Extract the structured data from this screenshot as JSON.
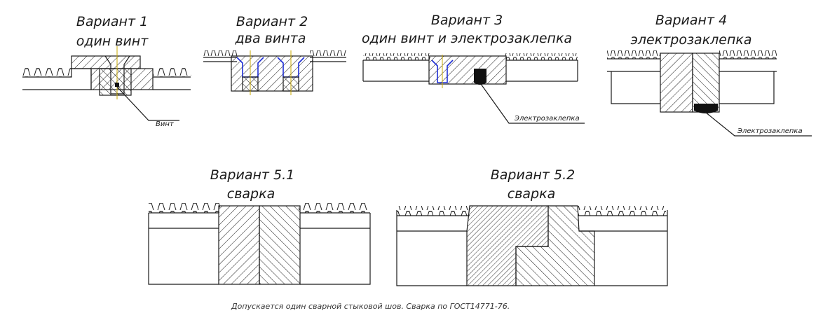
{
  "variants": {
    "v1": {
      "title": "Вариант 1",
      "subtitle": "один винт",
      "callout": "Винт"
    },
    "v2": {
      "title": "Вариант 2",
      "subtitle": "два винта"
    },
    "v3": {
      "title": "Вариант 3",
      "subtitle": "один винт и электрозаклепка",
      "callout": "Электрозаклепка"
    },
    "v4": {
      "title": "Вариант 4",
      "subtitle": "электрозаклепка",
      "callout": "Электрозаклепка"
    },
    "v51": {
      "title": "Вариант 5.1",
      "subtitle": "сварка"
    },
    "v52": {
      "title": "Вариант 5.2",
      "subtitle": "сварка"
    }
  },
  "footnote": "Допускается один сварной стыковой шов. Сварка по ГОСТ14771-76.",
  "colors": {
    "ink": "#1a1a1a",
    "fastener_outline": "#1f2fd6",
    "centerline": "#c8a800",
    "rivet": "#111111"
  }
}
